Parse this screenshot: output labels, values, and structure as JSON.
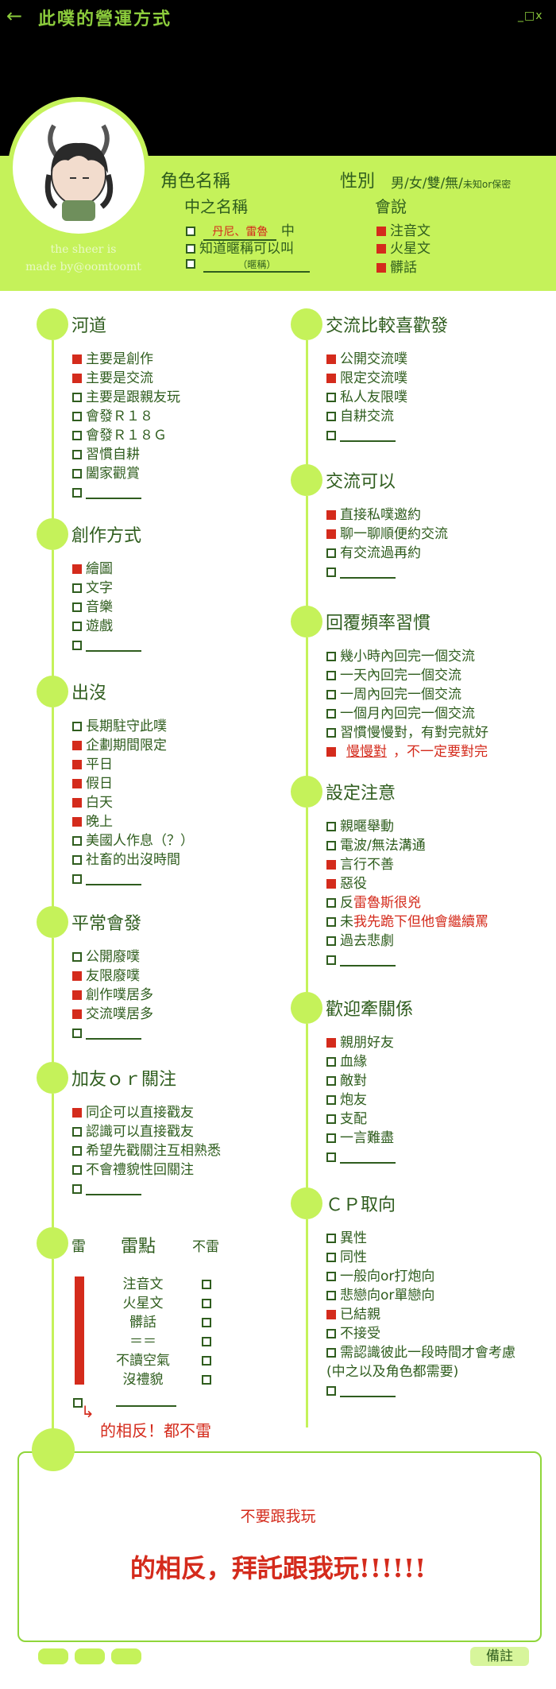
{
  "header": {
    "back_icon": "arrow-left-icon",
    "title": "此噗的營運方式",
    "window_controls": "_□x",
    "credit_line1": "the sheer is",
    "credit_line2": "made by@oomtoomt",
    "char_name_label": "角色名稱",
    "gender_label": "性別",
    "gender_options": "男/女/雙/無/",
    "gender_small": "未知or保密",
    "nickname_label": "中之名稱",
    "nickname_value": "丹尼、雷魯",
    "nickname_suffix": "中",
    "know_nick": "知道暱稱可以叫",
    "nick_placeholder": "（暱稱）",
    "speaks_label": "會說",
    "speaks": [
      "注音文",
      "火星文",
      "髒話"
    ]
  },
  "left_sections": [
    {
      "title": "河道",
      "items": [
        {
          "text": "主要是創作",
          "checked": true
        },
        {
          "text": "主要是交流",
          "checked": true
        },
        {
          "text": "主要是跟親友玩",
          "checked": false
        },
        {
          "text": "會發Ｒ１８",
          "checked": false
        },
        {
          "text": "會發Ｒ１８Ｇ",
          "checked": false
        },
        {
          "text": "習慣自耕",
          "checked": false
        },
        {
          "text": "闔家觀賞",
          "checked": false
        },
        {
          "text": "",
          "checked": false,
          "blank": true
        }
      ]
    },
    {
      "title": "創作方式",
      "items": [
        {
          "text": "繪圖",
          "checked": true
        },
        {
          "text": "文字",
          "checked": false
        },
        {
          "text": "音樂",
          "checked": false
        },
        {
          "text": "遊戲",
          "checked": false
        },
        {
          "text": "",
          "checked": false,
          "blank": true
        }
      ]
    },
    {
      "title": "出沒",
      "items": [
        {
          "text": "長期駐守此噗",
          "checked": false
        },
        {
          "text": "企劃期間限定",
          "checked": true
        },
        {
          "text": "平日",
          "checked": true
        },
        {
          "text": "假日",
          "checked": true
        },
        {
          "text": "白天",
          "checked": true
        },
        {
          "text": "晚上",
          "checked": true
        },
        {
          "text": "美國人作息（？）",
          "checked": false
        },
        {
          "text": "社畜的出沒時間",
          "checked": false
        },
        {
          "text": "",
          "checked": false,
          "blank": true
        }
      ]
    },
    {
      "title": "平常會發",
      "items": [
        {
          "text": "公開廢噗",
          "checked": false
        },
        {
          "text": "友限廢噗",
          "checked": true
        },
        {
          "text": "創作噗居多",
          "checked": true
        },
        {
          "text": "交流噗居多",
          "checked": true
        },
        {
          "text": "",
          "checked": false,
          "blank": true
        }
      ]
    },
    {
      "title": "加友ｏｒ關注",
      "items": [
        {
          "text": "同企可以直接戳友",
          "checked": true
        },
        {
          "text": "認識可以直接戳友",
          "checked": false
        },
        {
          "text": "希望先戳關注互相熟悉",
          "checked": false
        },
        {
          "text": "不會禮貌性回關注",
          "checked": false
        },
        {
          "text": "",
          "checked": false,
          "blank": true
        }
      ]
    }
  ],
  "right_sections": [
    {
      "title": "交流比較喜歡發",
      "items": [
        {
          "text": "公開交流噗",
          "checked": true
        },
        {
          "text": "限定交流噗",
          "checked": true
        },
        {
          "text": "私人友限噗",
          "checked": false
        },
        {
          "text": "自耕交流",
          "checked": false
        },
        {
          "text": "",
          "checked": false,
          "blank": true
        }
      ]
    },
    {
      "title": "交流可以",
      "items": [
        {
          "text": "直接私噗邀約",
          "checked": true
        },
        {
          "text": "聊一聊順便約交流",
          "checked": true
        },
        {
          "text": "有交流過再約",
          "checked": false
        },
        {
          "text": "",
          "checked": false,
          "blank": true
        }
      ]
    },
    {
      "title": "回覆頻率習慣",
      "items": [
        {
          "text": "幾小時內回完一個交流",
          "checked": false
        },
        {
          "text": "一天內回完一個交流",
          "checked": false
        },
        {
          "text": "一周內回完一個交流",
          "checked": false
        },
        {
          "text": "一個月內回完一個交流",
          "checked": false
        },
        {
          "text": "習慣慢慢對，有對完就好",
          "checked": false
        },
        {
          "text": "慢慢對",
          "extra": "，不一定要對完",
          "checked": true,
          "red": true
        }
      ]
    },
    {
      "title": "設定注意",
      "items": [
        {
          "text": "親暱舉動",
          "checked": false
        },
        {
          "text": "電波/無法溝通",
          "checked": false
        },
        {
          "text": "言行不善",
          "checked": true
        },
        {
          "text": "惡役",
          "checked": true
        },
        {
          "text": "反",
          "extra": "雷魯斯很兇",
          "checked": false
        },
        {
          "text": "未",
          "extra": "我先跪下但他會繼續罵",
          "checked": false
        },
        {
          "text": "過去悲劇",
          "checked": false
        },
        {
          "text": "",
          "checked": false,
          "blank": true
        }
      ]
    },
    {
      "title": "歡迎牽關係",
      "items": [
        {
          "text": "親朋好友",
          "checked": true
        },
        {
          "text": "血緣",
          "checked": false
        },
        {
          "text": "敵對",
          "checked": false
        },
        {
          "text": "炮友",
          "checked": false
        },
        {
          "text": "支配",
          "checked": false
        },
        {
          "text": "一言難盡",
          "checked": false
        },
        {
          "text": "",
          "checked": false,
          "blank": true
        }
      ]
    },
    {
      "title": "ＣＰ取向",
      "items": [
        {
          "text": "異性",
          "checked": false
        },
        {
          "text": "同性",
          "checked": false
        },
        {
          "text": "一般向or打炮向",
          "checked": false
        },
        {
          "text": "悲戀向or單戀向",
          "checked": false
        },
        {
          "text": "已結親",
          "checked": true
        },
        {
          "text": "不接受",
          "checked": false
        },
        {
          "text": "需認識彼此一段時間才會考慮",
          "checked": false
        },
        {
          "text": "(中之以及角色都需要)",
          "checked": false,
          "nobox": true
        },
        {
          "text": "",
          "checked": false,
          "blank": true
        }
      ]
    }
  ],
  "mines": {
    "header_mine": "雷",
    "title": "雷點",
    "header_notmine": "不雷",
    "rows": [
      "注音文",
      "火星文",
      "髒話",
      "＝＝",
      "不讀空氣",
      "沒禮貌"
    ],
    "opposite_note": "的相反！都不雷"
  },
  "notes": {
    "line1": "不要跟我玩",
    "line2": "的相反，拜託跟我玩!!!!!!"
  },
  "footer": {
    "memo": "備註"
  },
  "colors": {
    "accent": "#c5f25a",
    "text": "#2f5d1e",
    "check": "#d42b1c"
  }
}
